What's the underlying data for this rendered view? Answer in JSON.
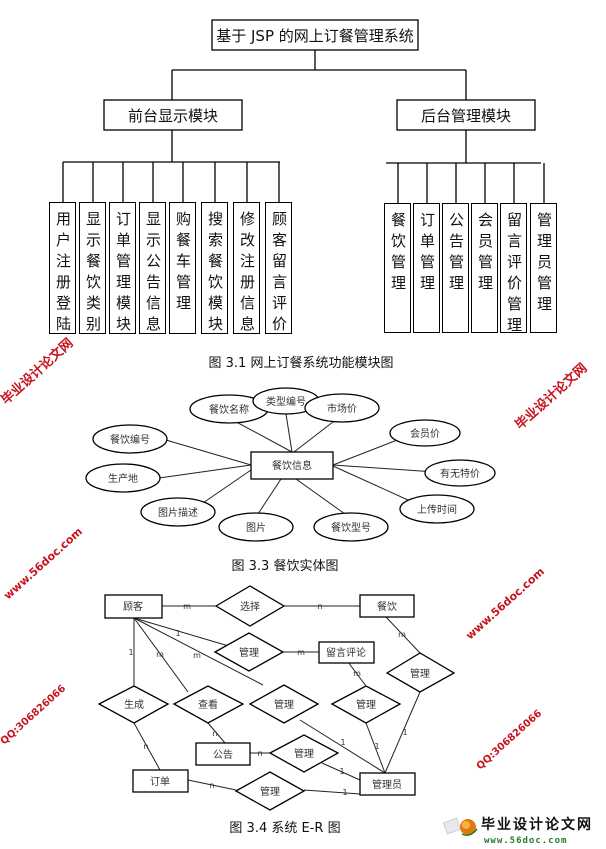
{
  "figure1": {
    "root": "基于 JSP 的网上订餐管理系统",
    "front": {
      "title": "前台显示模块",
      "modules": [
        "用户注册登陆",
        "显示餐饮类别",
        "订单管理模块",
        "显示公告信息",
        "购餐车管理",
        "搜索餐饮模块",
        "修改注册信息",
        "顾客留言评价"
      ]
    },
    "back": {
      "title": "后台管理模块",
      "modules": [
        "餐饮管理",
        "订单管理",
        "公告管理",
        "会员管理",
        "留言评价管理",
        "管理员管理"
      ]
    },
    "caption": "图 3.1  网上订餐系统功能模块图"
  },
  "figure2": {
    "entity": "餐饮信息",
    "attributes": [
      "餐饮名称",
      "类型编号",
      "市场价",
      "餐饮编号",
      "会员价",
      "生产地",
      "有无特价",
      "图片描述",
      "图片",
      "餐饮型号",
      "上传时间"
    ],
    "caption": "图 3.3 餐饮实体图"
  },
  "figure3": {
    "entities": {
      "customer": "顾客",
      "food": "餐饮",
      "comment": "留言评论",
      "notice": "公告",
      "order": "订单",
      "admin": "管理员"
    },
    "relations": {
      "select": "选择",
      "manage_comment": "管理",
      "manage_food": "管理",
      "generate": "生成",
      "view": "查看",
      "manage_customer": "管理",
      "manage_comment2": "管理",
      "manage_notice": "管理",
      "manage_order": "管理"
    },
    "cardinalities": {
      "m": "m",
      "n": "n",
      "one": "1"
    },
    "caption": "图 3.4 系统 E-R 图"
  },
  "watermark": {
    "site_cn": "毕业设计论文网",
    "url": "www.56doc.com",
    "qq": "QQ:306826066"
  },
  "logo": {
    "title": "毕业设计论文网",
    "url": "www.56doc.com"
  },
  "colors": {
    "watermark": "#c8141e",
    "logo_url": "#2a7a2a"
  }
}
